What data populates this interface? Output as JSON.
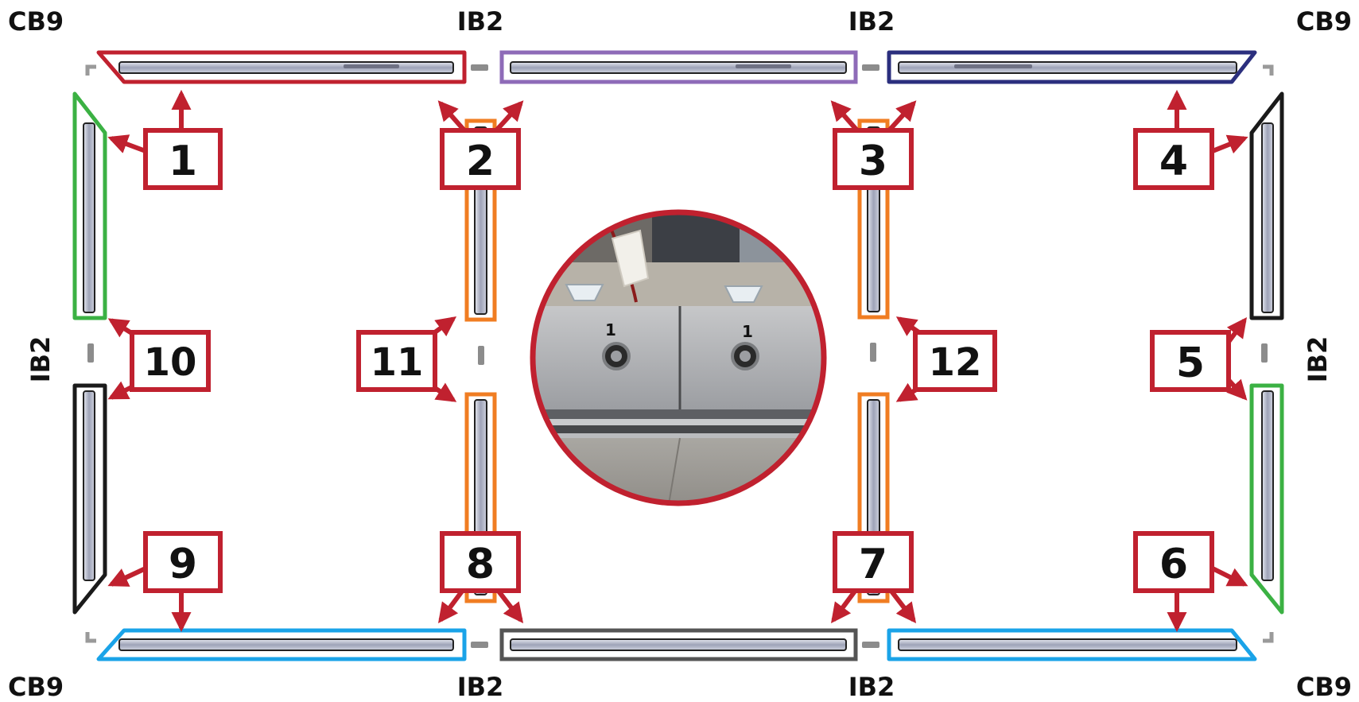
{
  "connectors": {
    "corner_top_left": "CB9",
    "corner_top_right": "CB9",
    "corner_bottom_left": "CB9",
    "corner_bottom_right": "CB9",
    "junction_top_left": "IB2",
    "junction_top_right": "IB2",
    "junction_bottom_left": "IB2",
    "junction_bottom_right": "IB2",
    "junction_left": "IB2",
    "junction_right": "IB2"
  },
  "callouts": [
    "1",
    "2",
    "3",
    "4",
    "5",
    "6",
    "7",
    "8",
    "9",
    "10",
    "11",
    "12"
  ],
  "photo_labels": [
    "1",
    "1"
  ],
  "colors": {
    "callout_red": "#c0212f",
    "segment_top_left": "#c0212f",
    "segment_top_middle": "#8e6bb8",
    "segment_top_right": "#2b2f7e",
    "segment_side_upper_left": "#3bb143",
    "segment_side_upper_right": "#1a1a1a",
    "segment_side_lower_left": "#1a1a1a",
    "segment_side_lower_right": "#3bb143",
    "segment_inner": "#f07d22",
    "segment_bottom_left": "#1aa3e8",
    "segment_bottom_middle": "#555555",
    "segment_bottom_right": "#1aa3e8"
  }
}
